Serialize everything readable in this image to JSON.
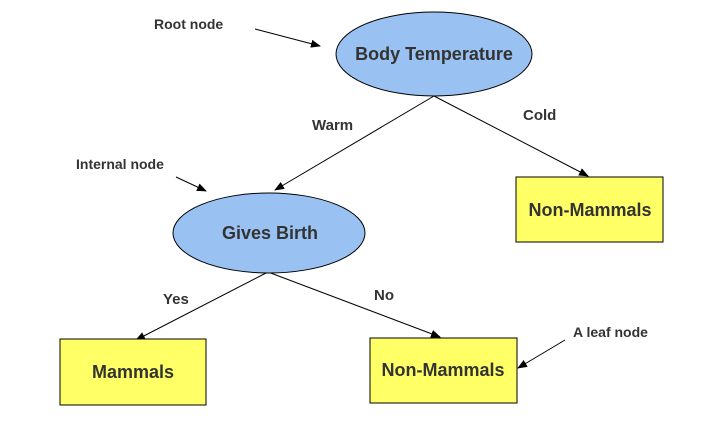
{
  "colors": {
    "decision_fill": "#99c2f2",
    "leaf_fill": "#ffff66",
    "stroke": "#000000",
    "text": "#333333"
  },
  "nodes": {
    "root": {
      "label": "Body Temperature",
      "kind": "decision"
    },
    "gives_birth": {
      "label": "Gives Birth",
      "kind": "decision"
    },
    "non_mammals_cold": {
      "label": "Non-Mammals",
      "kind": "leaf"
    },
    "mammals": {
      "label": "Mammals",
      "kind": "leaf"
    },
    "non_mammals_no": {
      "label": "Non-Mammals",
      "kind": "leaf"
    }
  },
  "edges": [
    {
      "from": "root",
      "to": "gives_birth",
      "label": "Warm"
    },
    {
      "from": "root",
      "to": "non_mammals_cold",
      "label": "Cold"
    },
    {
      "from": "gives_birth",
      "to": "mammals",
      "label": "Yes"
    },
    {
      "from": "gives_birth",
      "to": "non_mammals_no",
      "label": "No"
    }
  ],
  "annotations": {
    "root_node": "Root node",
    "internal_node": "Internal node",
    "leaf_node": "A leaf node"
  }
}
